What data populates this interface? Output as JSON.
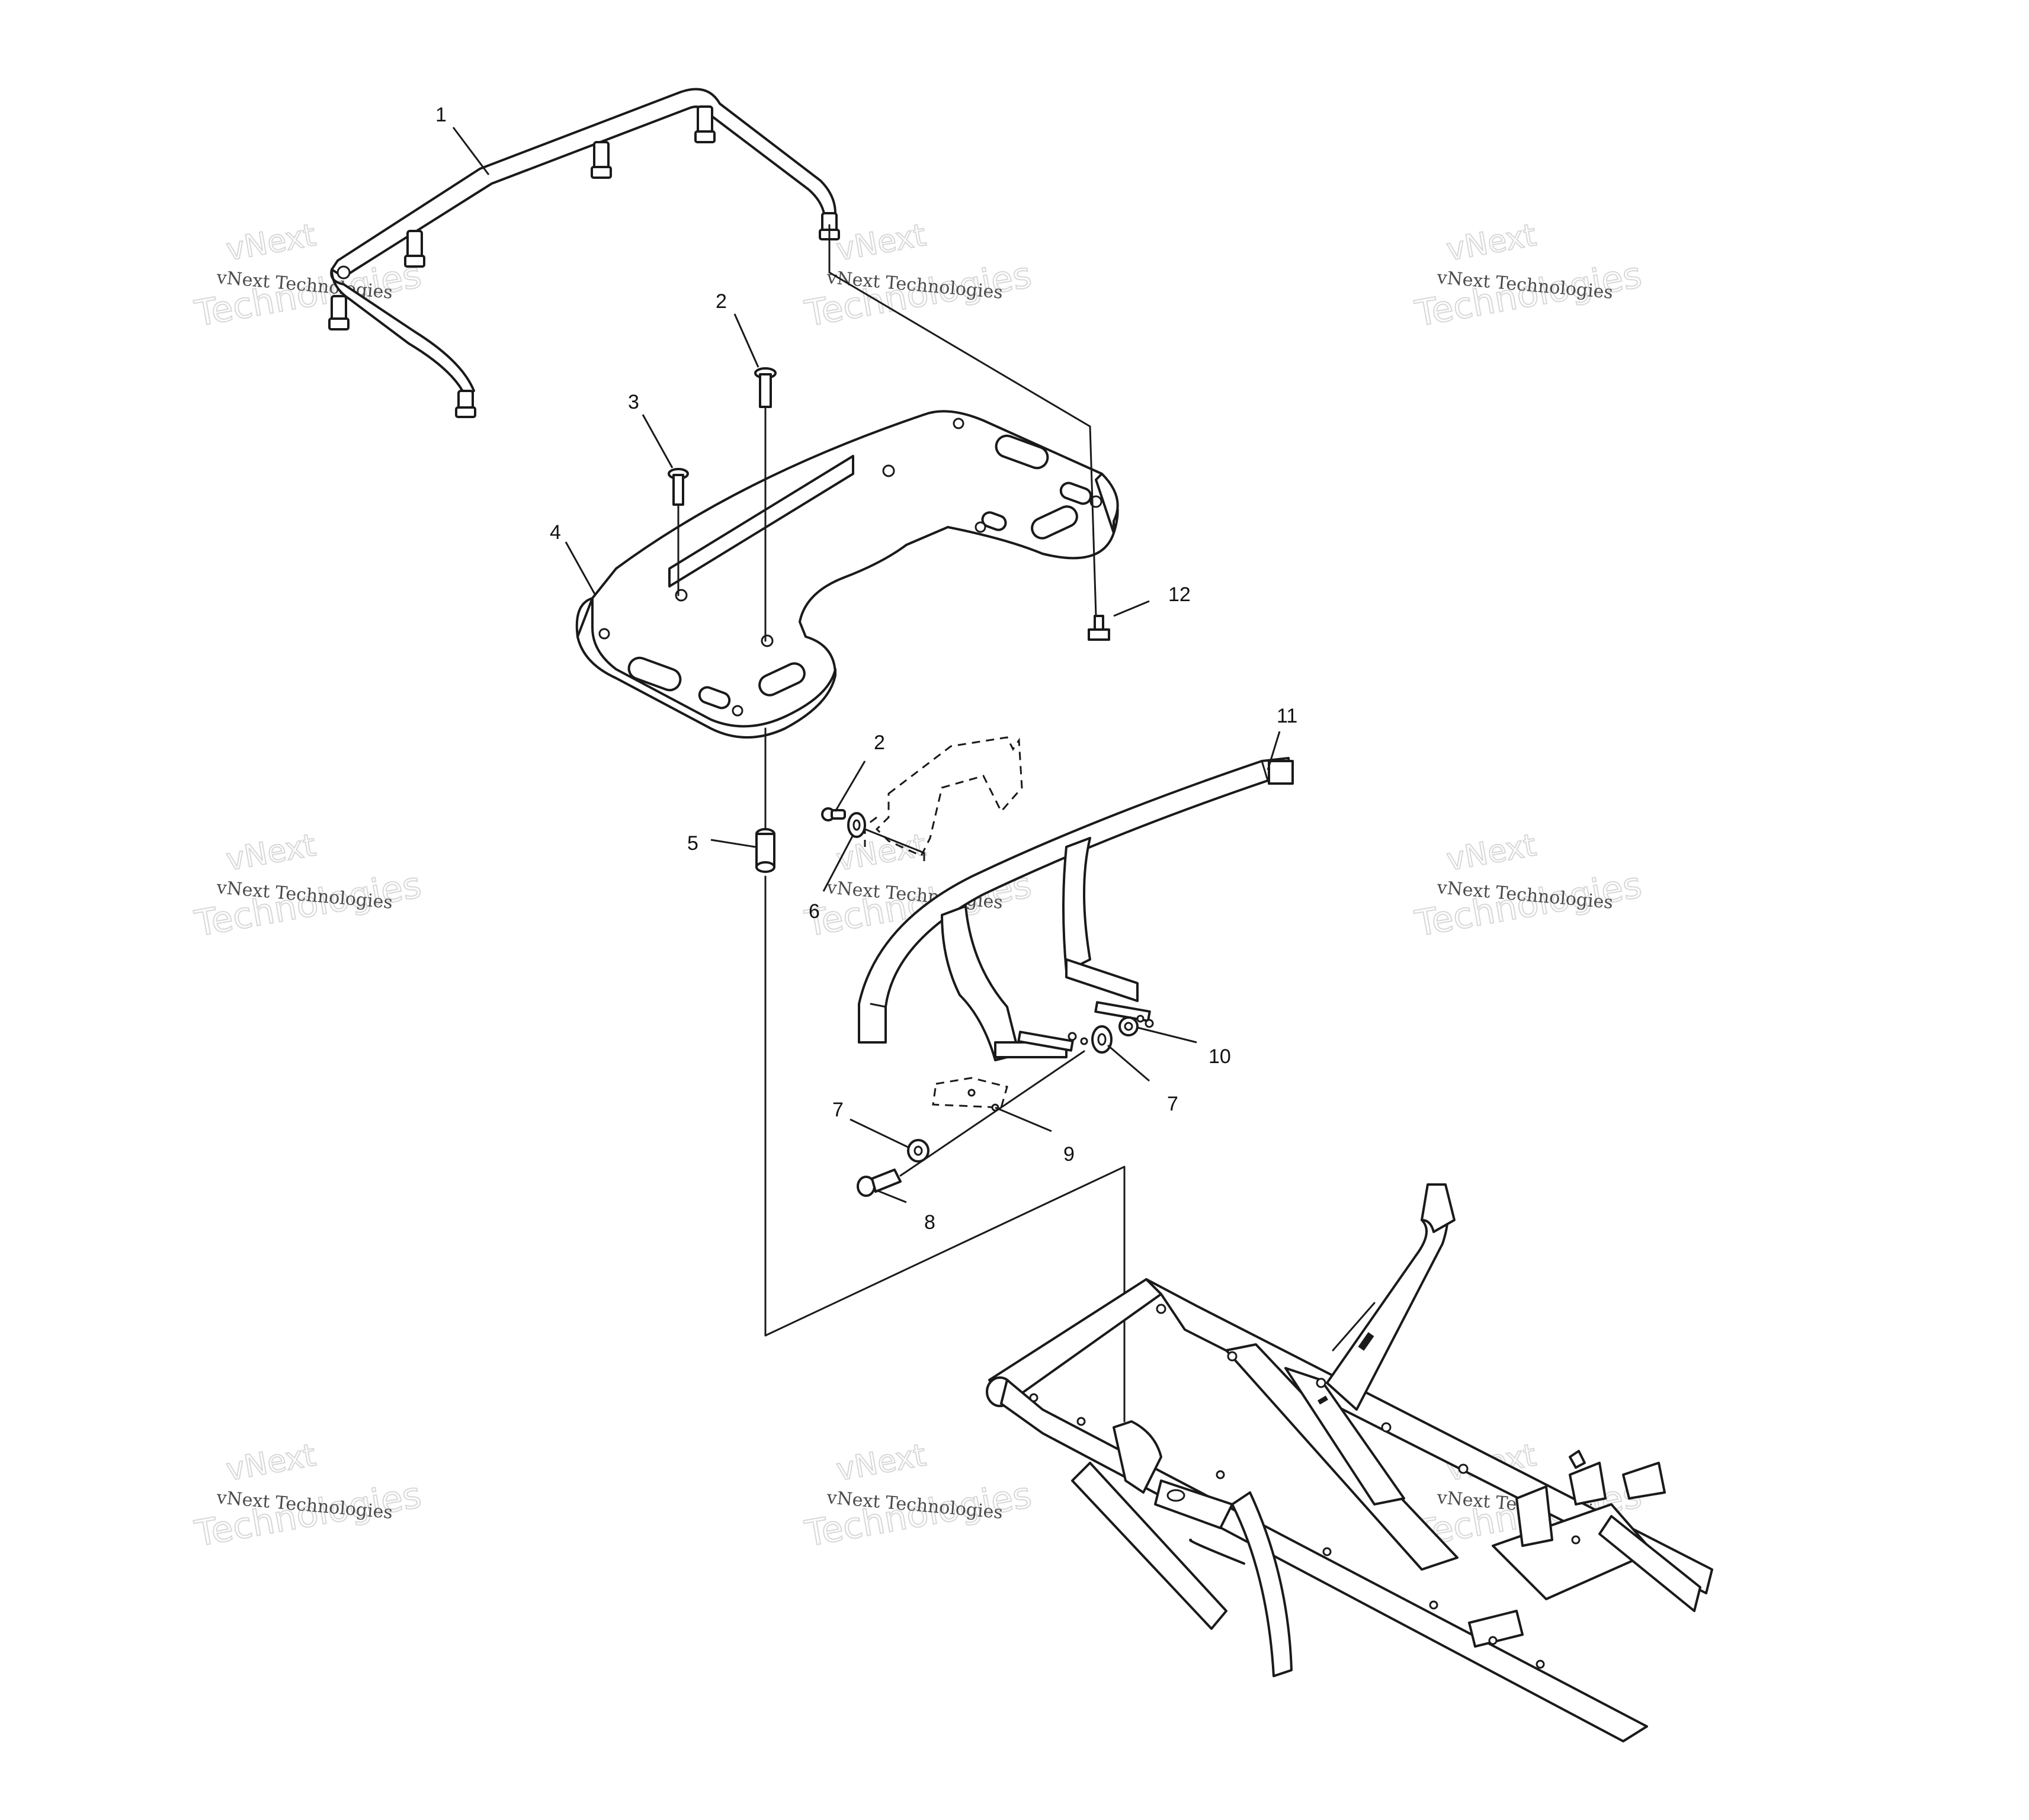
{
  "diagram": {
    "callouts": [
      {
        "id": "c1",
        "label": "1"
      },
      {
        "id": "c2a",
        "label": "2"
      },
      {
        "id": "c3",
        "label": "3"
      },
      {
        "id": "c4",
        "label": "4"
      },
      {
        "id": "c12",
        "label": "12"
      },
      {
        "id": "c11",
        "label": "11"
      },
      {
        "id": "c2b",
        "label": "2"
      },
      {
        "id": "c5",
        "label": "5"
      },
      {
        "id": "c6",
        "label": "6"
      },
      {
        "id": "c10",
        "label": "10"
      },
      {
        "id": "c7a",
        "label": "7"
      },
      {
        "id": "c7b",
        "label": "7"
      },
      {
        "id": "c9",
        "label": "9"
      },
      {
        "id": "c8",
        "label": "8"
      }
    ],
    "watermark": {
      "line0": "vNext",
      "line1": "vNext Technologies",
      "line2": "Technologies"
    },
    "colors": {
      "ink": "#1a1a1a",
      "background": "#ffffff",
      "watermark": "#d8d8d8"
    }
  }
}
